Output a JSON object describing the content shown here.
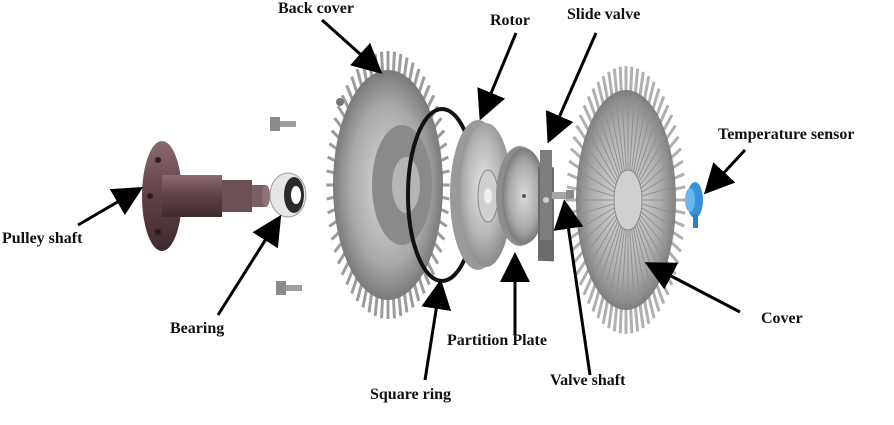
{
  "labels": {
    "back_cover": "Back cover",
    "rotor": "Rotor",
    "slide_valve": "Slide valve",
    "temperature_sensor": "Temperature sensor",
    "pulley_shaft": "Pulley shaft",
    "bearing": "Bearing",
    "square_ring": "Square ring",
    "partition_plate": "Partition Plate",
    "valve_shaft": "Valve shaft",
    "cover": "Cover"
  },
  "colors": {
    "pulley": "#6b4a4f",
    "metal_light": "#c8c8c8",
    "metal_mid": "#9a9a9a",
    "metal_dark": "#6a6a6a",
    "ring": "#111111",
    "sensor": "#3a8fd6",
    "arrow": "#000000"
  }
}
